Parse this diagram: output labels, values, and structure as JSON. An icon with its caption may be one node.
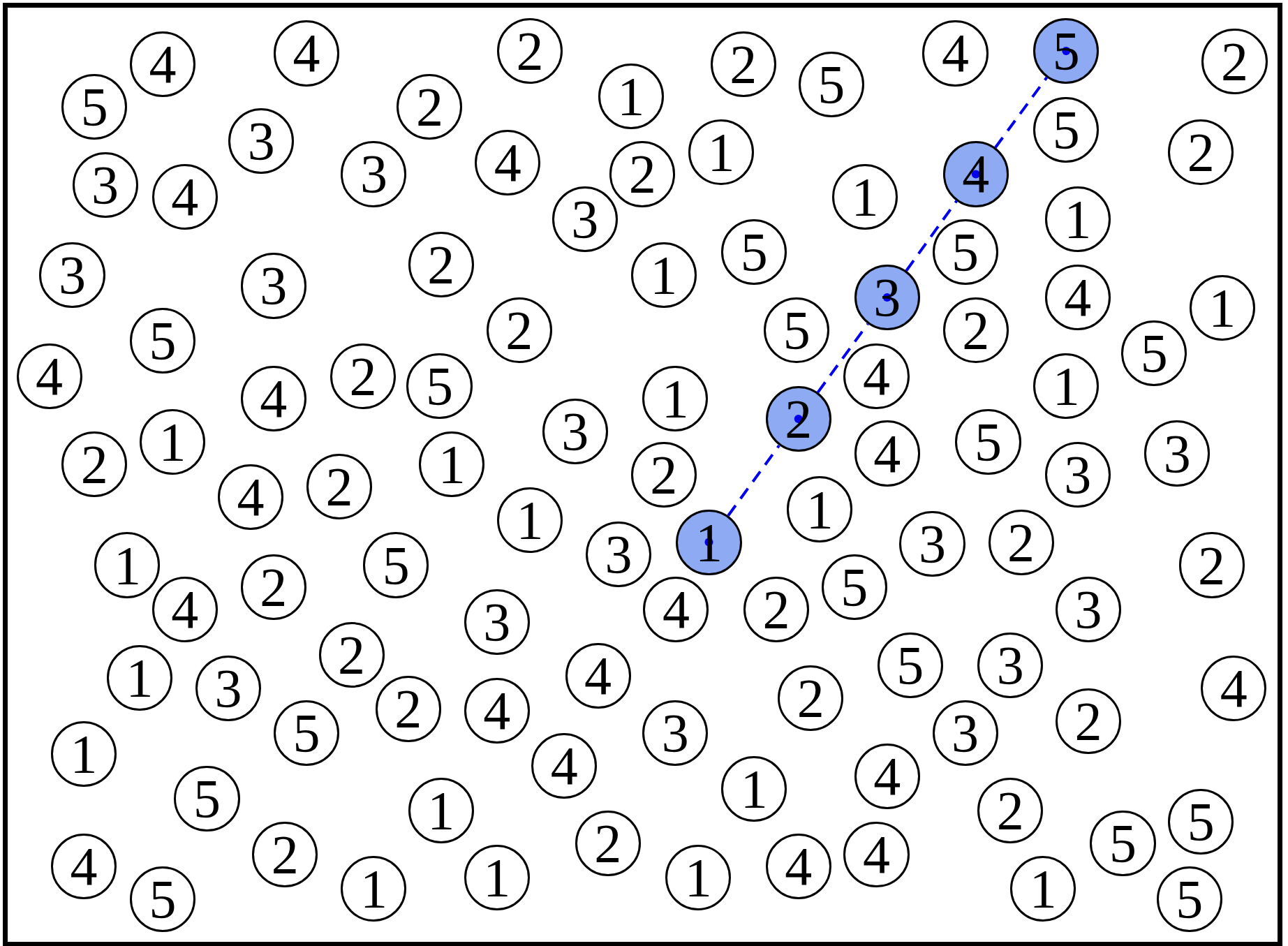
{
  "diagram": {
    "nodes": [
      {
        "text": [
          "5"
        ]
      },
      {
        "text": [
          "2"
        ]
      },
      {
        "text": [
          "4"
        ]
      },
      {
        "text": [
          "4"
        ]
      },
      {
        "text": [
          "2"
        ]
      },
      {
        "text": [
          "4"
        ]
      },
      {
        "text": [
          "2"
        ]
      },
      {
        "text": [
          "5"
        ]
      },
      {
        "text": [
          "5"
        ]
      },
      {
        "text": [
          "2"
        ]
      },
      {
        "text": [
          "1"
        ]
      },
      {
        "text": [
          "5"
        ]
      },
      {
        "text": [
          "3"
        ]
      },
      {
        "text": [
          "1"
        ]
      },
      {
        "text": [
          "2"
        ]
      },
      {
        "text": [
          "4"
        ]
      },
      {
        "text": [
          "2"
        ]
      },
      {
        "text": [
          "3"
        ]
      },
      {
        "text": [
          "4"
        ]
      },
      {
        "text": [
          "3"
        ]
      },
      {
        "text": [
          "4"
        ]
      },
      {
        "text": [
          "1"
        ]
      },
      {
        "text": [
          "3"
        ]
      },
      {
        "text": [
          "1"
        ]
      },
      {
        "text": [
          "5"
        ]
      },
      {
        "text": [
          "5"
        ]
      },
      {
        "text": [
          "2"
        ]
      },
      {
        "text": [
          "3"
        ]
      },
      {
        "text": [
          "1"
        ]
      },
      {
        "text": [
          "3"
        ]
      },
      {
        "text": [
          "3"
        ]
      },
      {
        "text": [
          "4"
        ]
      },
      {
        "text": [
          "1"
        ]
      },
      {
        "text": [
          "2"
        ]
      },
      {
        "text": [
          "5"
        ]
      },
      {
        "text": [
          "2"
        ]
      },
      {
        "text": [
          "5"
        ]
      },
      {
        "text": [
          "5"
        ]
      },
      {
        "text": [
          "4"
        ]
      },
      {
        "text": [
          "2"
        ]
      },
      {
        "text": [
          "4"
        ]
      },
      {
        "text": [
          "4"
        ]
      },
      {
        "text": [
          "5"
        ]
      },
      {
        "text": [
          "1"
        ]
      },
      {
        "text": [
          "1"
        ]
      },
      {
        "text": [
          "2"
        ]
      },
      {
        "text": [
          "3"
        ]
      },
      {
        "text": [
          "1"
        ]
      },
      {
        "text": [
          "5"
        ]
      },
      {
        "text": [
          "3"
        ]
      },
      {
        "text": [
          "2"
        ]
      },
      {
        "text": [
          "1"
        ]
      },
      {
        "text": [
          "4"
        ]
      },
      {
        "text": [
          "2"
        ]
      },
      {
        "text": [
          "3"
        ]
      },
      {
        "text": [
          "2"
        ]
      },
      {
        "text": [
          "4"
        ]
      },
      {
        "text": [
          "1"
        ]
      },
      {
        "text": [
          "1"
        ]
      },
      {
        "text": [
          "1"
        ]
      },
      {
        "text": [
          "3"
        ]
      },
      {
        "text": [
          "3"
        ]
      },
      {
        "text": [
          "2"
        ]
      },
      {
        "text": [
          "1"
        ]
      },
      {
        "text": [
          "5"
        ]
      },
      {
        "text": [
          "2"
        ]
      },
      {
        "text": [
          "2"
        ]
      },
      {
        "text": [
          "4"
        ]
      },
      {
        "text": [
          "5"
        ]
      },
      {
        "text": [
          "4"
        ]
      },
      {
        "text": [
          "2"
        ]
      },
      {
        "text": [
          "3"
        ]
      },
      {
        "text": [
          "3"
        ]
      },
      {
        "text": [
          "2"
        ]
      },
      {
        "text": [
          "4"
        ]
      },
      {
        "text": [
          "1"
        ]
      },
      {
        "text": [
          "5"
        ]
      },
      {
        "text": [
          "3"
        ]
      },
      {
        "text": [
          "3"
        ]
      },
      {
        "text": [
          "4"
        ]
      },
      {
        "text": [
          "2"
        ]
      },
      {
        "text": [
          "2"
        ]
      },
      {
        "text": [
          "4"
        ]
      },
      {
        "text": [
          "2"
        ]
      },
      {
        "text": [
          "5"
        ]
      },
      {
        "text": [
          "3"
        ]
      },
      {
        "text": [
          "3"
        ]
      },
      {
        "text": [
          "1"
        ]
      },
      {
        "text": [
          "4"
        ]
      },
      {
        "text": [
          "4"
        ]
      },
      {
        "text": [
          "1"
        ]
      },
      {
        "text": [
          "5"
        ]
      },
      {
        "text": [
          "1"
        ]
      },
      {
        "text": [
          "2"
        ]
      },
      {
        "text": [
          "5"
        ]
      },
      {
        "text": [
          "2"
        ]
      },
      {
        "text": [
          "2"
        ]
      },
      {
        "text": [
          "5"
        ]
      },
      {
        "text": [
          "4"
        ]
      },
      {
        "text": [
          "4"
        ]
      },
      {
        "text": [
          "4"
        ]
      },
      {
        "text": [
          "1"
        ]
      },
      {
        "text": [
          "1"
        ]
      },
      {
        "text": [
          "1"
        ]
      },
      {
        "text": [
          "1"
        ]
      },
      {
        "text": [
          "5"
        ]
      },
      {
        "text": [
          "5"
        ]
      }
    ],
    "edges": [
      {
        "from": 59,
        "to": 45,
        "arrow": "none",
        "style": "dashed"
      },
      {
        "from": 45,
        "to": 30,
        "arrow": "none",
        "style": "dashed"
      },
      {
        "from": 30,
        "to": 18,
        "arrow": "none",
        "style": "dashed"
      },
      {
        "from": 18,
        "to": 0,
        "arrow": "none",
        "style": "dashed"
      }
    ]
  }
}
